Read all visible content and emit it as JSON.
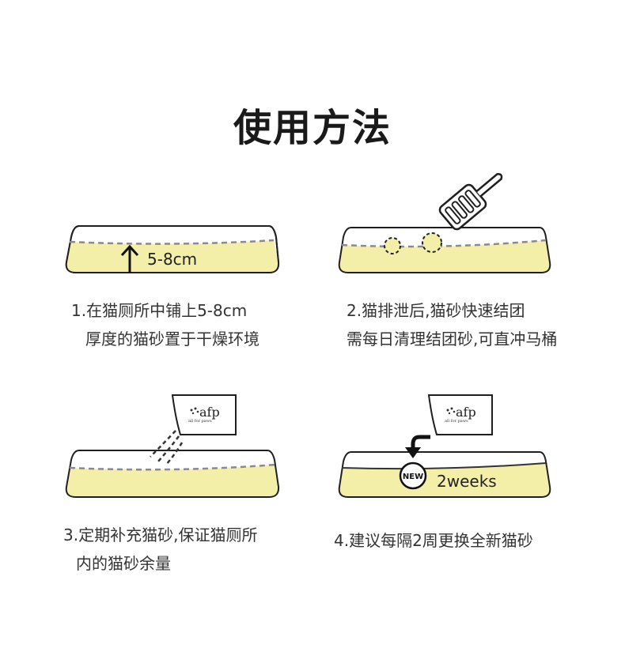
{
  "title": "使用方法",
  "colors": {
    "litter_fill": "#f4efa8",
    "litter_stroke": "#1f1f1f",
    "dash": "#8a8a8a"
  },
  "steps": [
    {
      "illustration_label": "5-8cm",
      "caption_lines": [
        "1.在猫厕所中铺上5-8cm",
        "厚度的猫砂置于干燥环境"
      ]
    },
    {
      "illustration_label": "",
      "caption_lines": [
        "2.猫排泄后,猫砂快速结团",
        "需每日清理结团砂,可直冲马桶"
      ]
    },
    {
      "bag_logo": "afp",
      "bag_sublogo": "all for paws",
      "caption_lines": [
        "3.定期补充猫砂,保证猫厕所",
        "内的猫砂余量"
      ]
    },
    {
      "bag_logo": "afp",
      "bag_sublogo": "all for paws",
      "badge": "NEW",
      "illustration_label": "2weeks",
      "caption_lines": [
        "4.建议每隔2周更换全新猫砂"
      ]
    }
  ]
}
